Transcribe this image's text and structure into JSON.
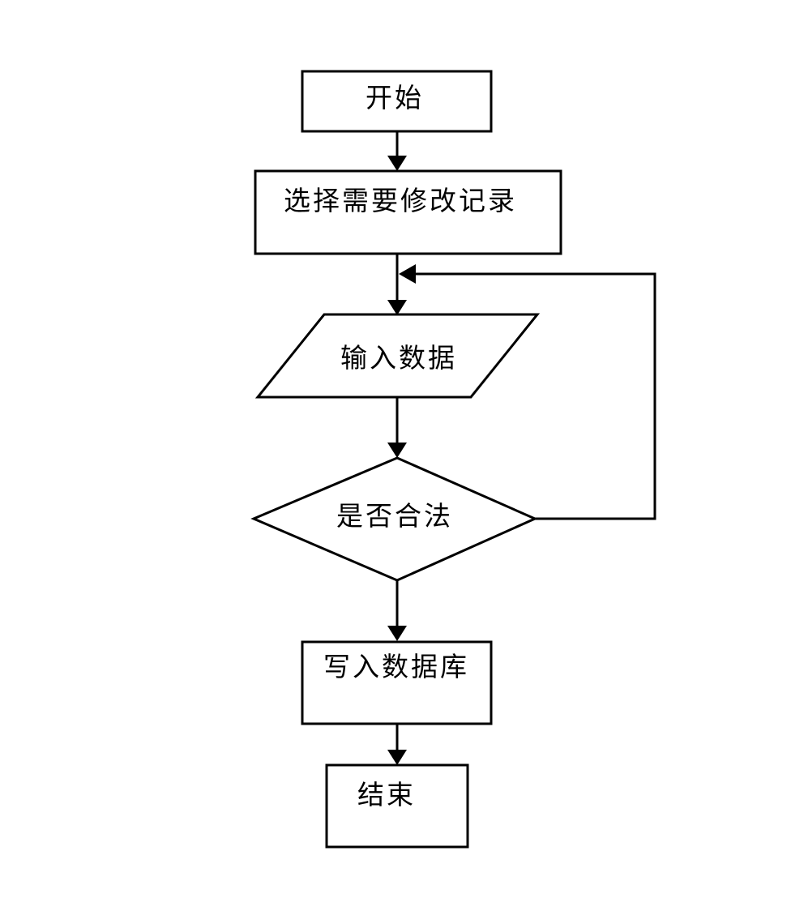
{
  "diagram": {
    "type": "flowchart",
    "background_color": "#ffffff",
    "stroke_color": "#000000",
    "text_color": "#000000",
    "nodes": [
      {
        "id": "start",
        "type": "rectangle",
        "label": "开始"
      },
      {
        "id": "select-record",
        "type": "rectangle",
        "label": "选择需要修改记录"
      },
      {
        "id": "input-data",
        "type": "parallelogram",
        "label": "输入数据"
      },
      {
        "id": "is-valid",
        "type": "diamond",
        "label": "是否合法"
      },
      {
        "id": "write-db",
        "type": "rectangle",
        "label": "写入数据库"
      },
      {
        "id": "end",
        "type": "rectangle",
        "label": "结束"
      }
    ],
    "edges": [
      {
        "from": "start",
        "to": "select-record",
        "style": "arrow-down"
      },
      {
        "from": "select-record",
        "to": "input-data",
        "style": "arrow-down"
      },
      {
        "from": "input-data",
        "to": "is-valid",
        "style": "arrow-down"
      },
      {
        "from": "is-valid",
        "to": "write-db",
        "style": "arrow-down"
      },
      {
        "from": "is-valid",
        "to": "input-data",
        "style": "loop-back-right"
      },
      {
        "from": "write-db",
        "to": "end",
        "style": "arrow-down"
      }
    ]
  }
}
